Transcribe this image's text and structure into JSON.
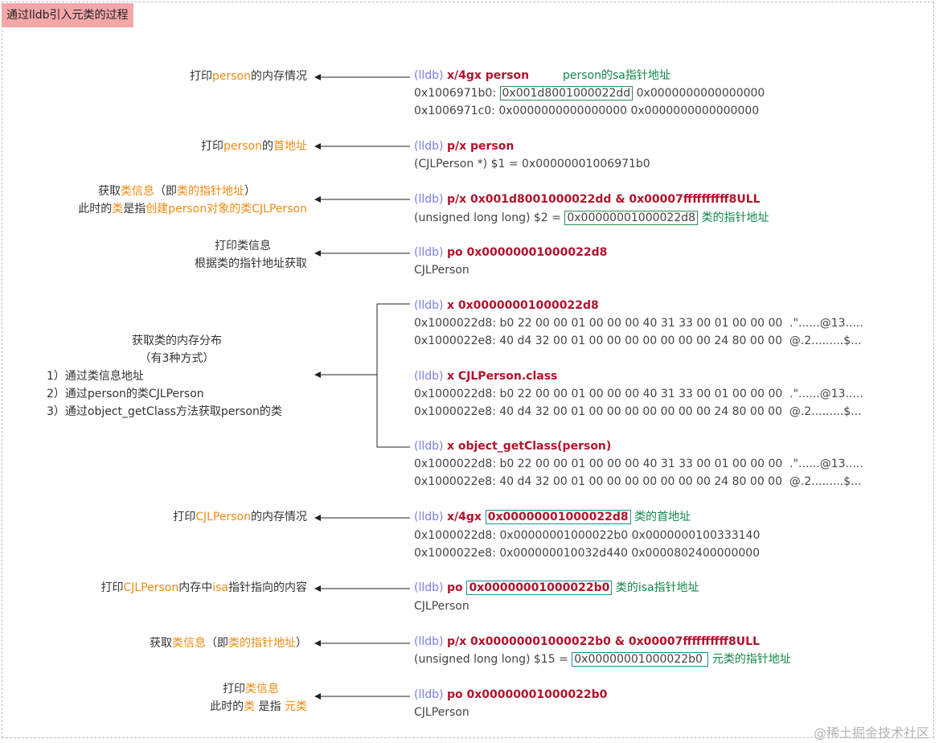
{
  "title": "通过lldb引入元类的过程",
  "watermark": "@稀土掘金技术社区",
  "lldb_prompt": "(lldb)",
  "rows": {
    "r1": {
      "left": [
        "打印",
        "person",
        "的内存情况"
      ],
      "cmd": "x/4gx person",
      "annotation": "person的sa指针地址",
      "out1_pre": "0x1006971b0: ",
      "out1_box": "0x001d8001000022dd",
      "out1_post": " 0x0000000000000000",
      "out2": "0x1006971c0: 0x0000000000000000 0x0000000000000000"
    },
    "r2": {
      "left": [
        "打印",
        "person",
        "的",
        "首地址"
      ],
      "cmd": "p/x person",
      "out1": "(CJLPerson *) $1 = 0x00000001006971b0"
    },
    "r3": {
      "left_line1": [
        "获取",
        "类信息",
        "（即",
        "类的指针地址",
        "）"
      ],
      "left_line2": [
        "此时的",
        "类",
        "是指",
        "创建person对象的类CJLPerson"
      ],
      "cmd": "p/x 0x001d8001000022dd & 0x00007ffffffffff8ULL",
      "out1_pre": "(unsigned long long) $2 = ",
      "out1_box": "0x00000001000022d8",
      "annotation": "类的指针地址"
    },
    "r4": {
      "left_line1": "打印类信息",
      "left_line2": "根据类的指针地址获取",
      "cmd": "po 0x00000001000022d8",
      "out1": "CJLPerson"
    },
    "r5": {
      "left_line1": "获取类的内存分布",
      "left_line2": "（有3种方式）",
      "left_items": [
        "1）通过类信息地址",
        "2）通过person的类CJLPerson",
        "3）通过object_getClass方法获取person的类"
      ],
      "blocks": [
        {
          "cmd": "x 0x00000001000022d8",
          "out1": "0x1000022d8: b0 22 00 00 01 00 00 00 40 31 33 00 01 00 00 00  .\"......@13.....",
          "out2": "0x1000022e8: 40 d4 32 00 01 00 00 00 00 00 00 00 24 80 00 00  @.2.........$..."
        },
        {
          "cmd": "x CJLPerson.class",
          "out1": "0x1000022d8: b0 22 00 00 01 00 00 00 40 31 33 00 01 00 00 00  .\"......@13.....",
          "out2": "0x1000022e8: 40 d4 32 00 01 00 00 00 00 00 00 00 24 80 00 00  @.2.........$..."
        },
        {
          "cmd": "x object_getClass(person)",
          "out1": "0x1000022d8: b0 22 00 00 01 00 00 00 40 31 33 00 01 00 00 00  .\"......@13.....",
          "out2": "0x1000022e8: 40 d4 32 00 01 00 00 00 00 00 00 00 24 80 00 00  @.2.........$..."
        }
      ]
    },
    "r6": {
      "left": [
        "打印",
        "CJLPerson",
        "的内存情况"
      ],
      "cmd_pre": "x/4gx ",
      "cmd_box": "0x00000001000022d8",
      "annotation": "类的首地址",
      "out1": "0x1000022d8: 0x00000001000022b0 0x0000000100333140",
      "out2": "0x1000022e8: 0x000000010032d440 0x0000802400000000"
    },
    "r7": {
      "left": [
        "打印",
        "CJLPerson",
        "内存中",
        "isa",
        "指针指向的内容"
      ],
      "cmd_pre": "po ",
      "cmd_box": "0x00000001000022b0",
      "annotation": "类的isa指针地址",
      "out1": "CJLPerson"
    },
    "r8": {
      "left": [
        "获取",
        "类信息",
        "（即",
        "类的指针地址",
        "）"
      ],
      "cmd": "p/x 0x00000001000022b0 & 0x00007ffffffffff8ULL",
      "out1_pre": "(unsigned long long) $15 = ",
      "out1_box": "0x00000001000022b0 ",
      "annotation": "元类的指针地址"
    },
    "r9": {
      "left_line1": [
        "打印",
        "类信息"
      ],
      "left_line2": [
        "此时的",
        "类",
        " 是指 ",
        "元类"
      ],
      "cmd": "po 0x00000001000022b0",
      "out1": "CJLPerson"
    }
  }
}
